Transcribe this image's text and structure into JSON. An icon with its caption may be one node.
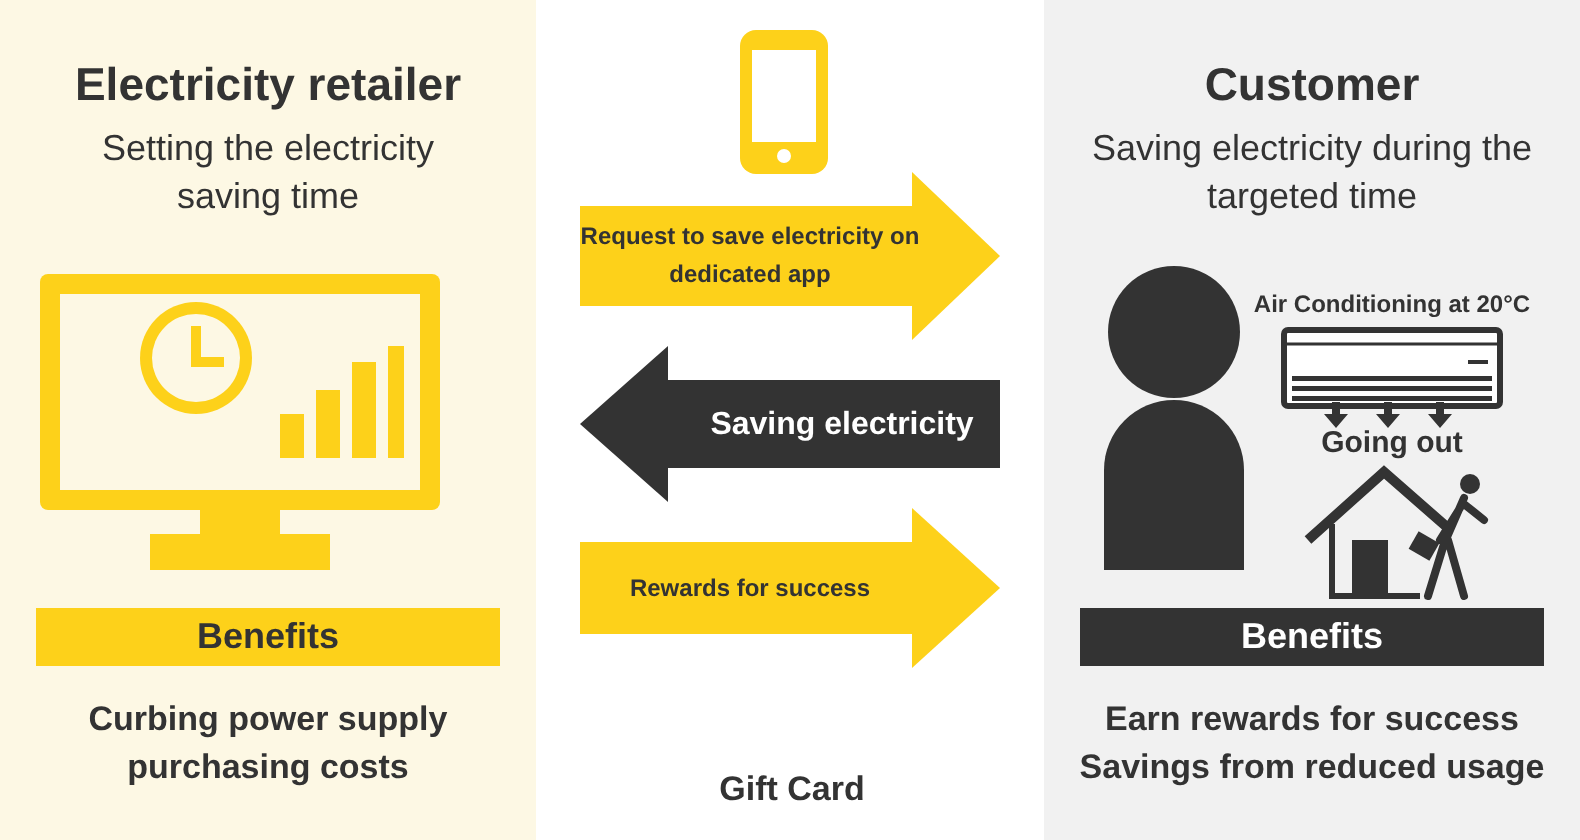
{
  "diagram": {
    "nodes": [
      {
        "text": [
          "Electricity retailer",
          "Setting the electricity saving time"
        ]
      },
      {
        "text": [
          "Benefits"
        ],
        "in": 0,
        "beside": [
          "Curbing power supply purchasing costs"
        ]
      },
      {
        "text": [
          "Customer",
          "Saving electricity during the targeted time"
        ]
      },
      {
        "text": [
          "Benefits"
        ],
        "in": 2,
        "beside": [
          "Earn rewards for success",
          "Savings from reduced usage"
        ]
      }
    ],
    "edges": [
      {
        "from": 0,
        "to": 2,
        "arrow": "to",
        "label": "Request to save electricity on dedicated app"
      },
      {
        "from": 2,
        "to": 0,
        "arrow": "to",
        "label": "Saving electricity",
        "color": "#333333"
      },
      {
        "from": 0,
        "to": 2,
        "arrow": "to",
        "label": "Rewards for success"
      }
    ],
    "labels": [
      "Air Conditioning at 20°C",
      "Going out",
      "Gift Card"
    ]
  }
}
